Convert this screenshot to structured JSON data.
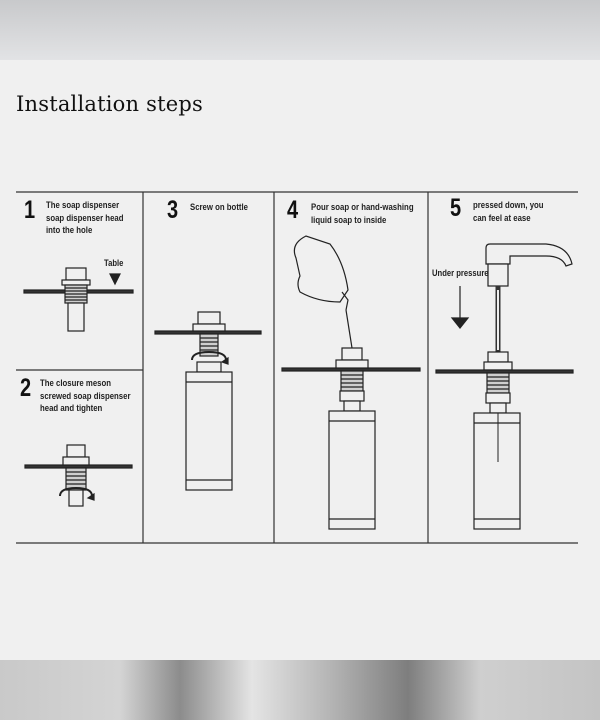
{
  "title": "Installation steps",
  "steps": [
    {
      "number": "1",
      "text": "The soap dispenser\nsoap dispenser head\ninto the hole"
    },
    {
      "number": "2",
      "text": "The closure meson\nscrewed soap dispenser\nhead and tighten"
    },
    {
      "number": "3",
      "text": "Screw on bottle"
    },
    {
      "number": "4",
      "text": "Pour soap or hand-washing\nliquid soap to inside"
    },
    {
      "number": "5",
      "text": "pressed down, you\ncan feel at ease"
    }
  ],
  "labels": {
    "table": "Table",
    "under_pressure": "Under pressure"
  }
}
